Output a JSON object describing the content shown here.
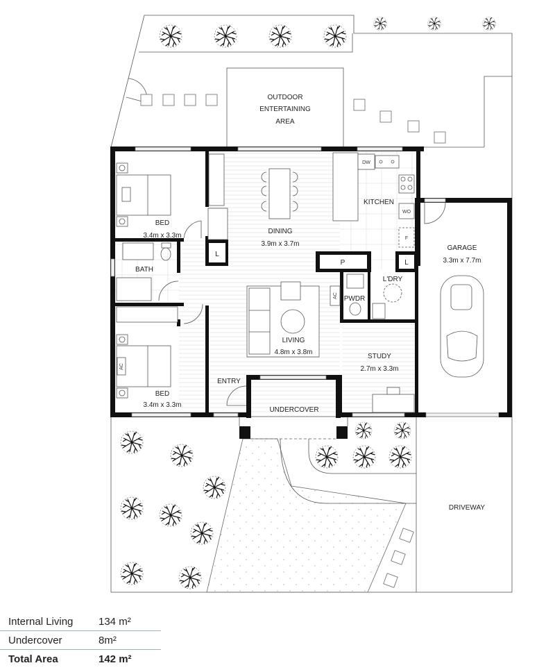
{
  "plan": {
    "outdoor": {
      "entertaining_line1": "OUTDOOR",
      "entertaining_line2": "ENTERTAINING",
      "entertaining_line3": "AREA",
      "driveway": "DRIVEWAY",
      "undercover": "UNDERCOVER"
    },
    "rooms": {
      "bed1": {
        "name": "BED",
        "size": "3.4m x 3.3m"
      },
      "bed2": {
        "name": "BED",
        "size": "3.4m x 3.3m"
      },
      "bath": {
        "name": "BATH"
      },
      "dining": {
        "name": "DINING",
        "size": "3.9m x 3.7m"
      },
      "kitchen": {
        "name": "KITCHEN"
      },
      "living": {
        "name": "LIVING",
        "size": "4.8m x 3.8m"
      },
      "study": {
        "name": "STUDY",
        "size": "2.7m x 3.3m"
      },
      "garage": {
        "name": "GARAGE",
        "size": "3.3m x 7.7m"
      },
      "laundry": {
        "name": "L'DRY"
      },
      "powder": {
        "name": "PWDR"
      },
      "entry": {
        "name": "ENTRY"
      }
    },
    "fixtures": {
      "pantry": "P",
      "linen1": "L",
      "linen2": "L",
      "ac1": "AC",
      "ac2": "AC",
      "dishwasher": "DW",
      "wall_oven": "WO",
      "fridge": "F"
    }
  },
  "area_summary": {
    "rows": [
      {
        "label": "Internal Living",
        "value": "134 m²"
      },
      {
        "label": "Undercover",
        "value": "8m²"
      },
      {
        "label": "Total Area",
        "value": "142 m²"
      }
    ]
  }
}
